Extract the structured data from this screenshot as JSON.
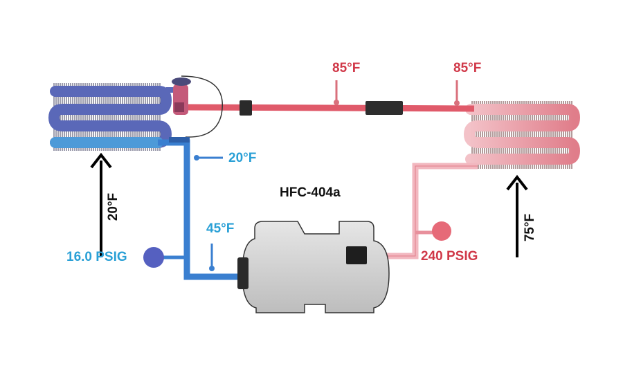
{
  "refrigerant": "HFC-404a",
  "liquid_line": {
    "temp_left": "85°F",
    "temp_right": "85°F"
  },
  "evaporator": {
    "air_in_temp": "20°F"
  },
  "suction": {
    "outlet_temp": "20°F",
    "line_temp": "45°F",
    "pressure": "16.0 PSIG"
  },
  "condenser": {
    "air_in_temp": "75°F"
  },
  "discharge": {
    "pressure": "240 PSIG"
  },
  "colors": {
    "hot": "#e05a6a",
    "hot_light": "#f2b7bf",
    "cold": "#3a7fd0",
    "cold_coil": "#5a68b8",
    "text_red": "#d03848",
    "text_blue": "#2aa0d6"
  }
}
